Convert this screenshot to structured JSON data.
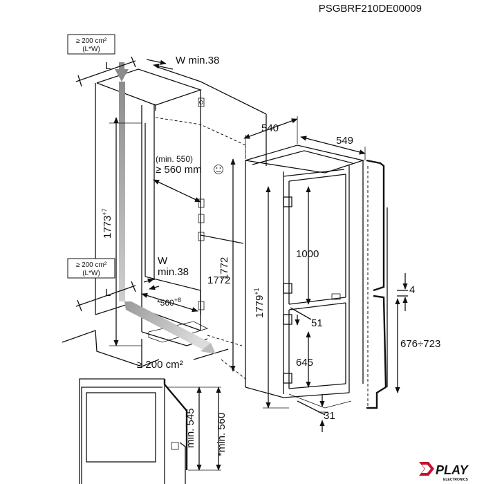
{
  "header": {
    "code": "PSGBRF210DE00009"
  },
  "ventilation": {
    "top_area_line1": "≥ 200 cm²",
    "top_area_line2": "(L*W)",
    "bottom_area_line1": "≥ 200 cm²",
    "bottom_area_line2": "(L*W)",
    "floor_area": "≥ 200 cm²",
    "length_symbol_top": "L",
    "length_symbol_bottom": "L",
    "width_top": "W min.38",
    "width_bottom_line1": "W",
    "width_bottom_line2": "min.38"
  },
  "niche": {
    "height": "1773",
    "height_tolerance": "+7",
    "depth_line1": "(min. 550)",
    "depth_line2": "≥ 560 mm",
    "width": "*560",
    "width_tolerance": "+8",
    "smiley_icon": "smiley-face-icon"
  },
  "appliance": {
    "height": "1772",
    "height_total": "1779",
    "height_total_tolerance": "+1",
    "width": "540",
    "depth": "549",
    "upper_door": "1000",
    "gap": "51",
    "lower_door": "645",
    "bottom_offset": "31"
  },
  "door_side": {
    "gap": "4",
    "range": "676÷723"
  },
  "detail": {
    "min_depth": "min. 545",
    "min_width": "*min. 560"
  },
  "brand": {
    "name": "PLAY",
    "tagline": "ELECTRONICS",
    "accent_color": "#c8102e"
  }
}
